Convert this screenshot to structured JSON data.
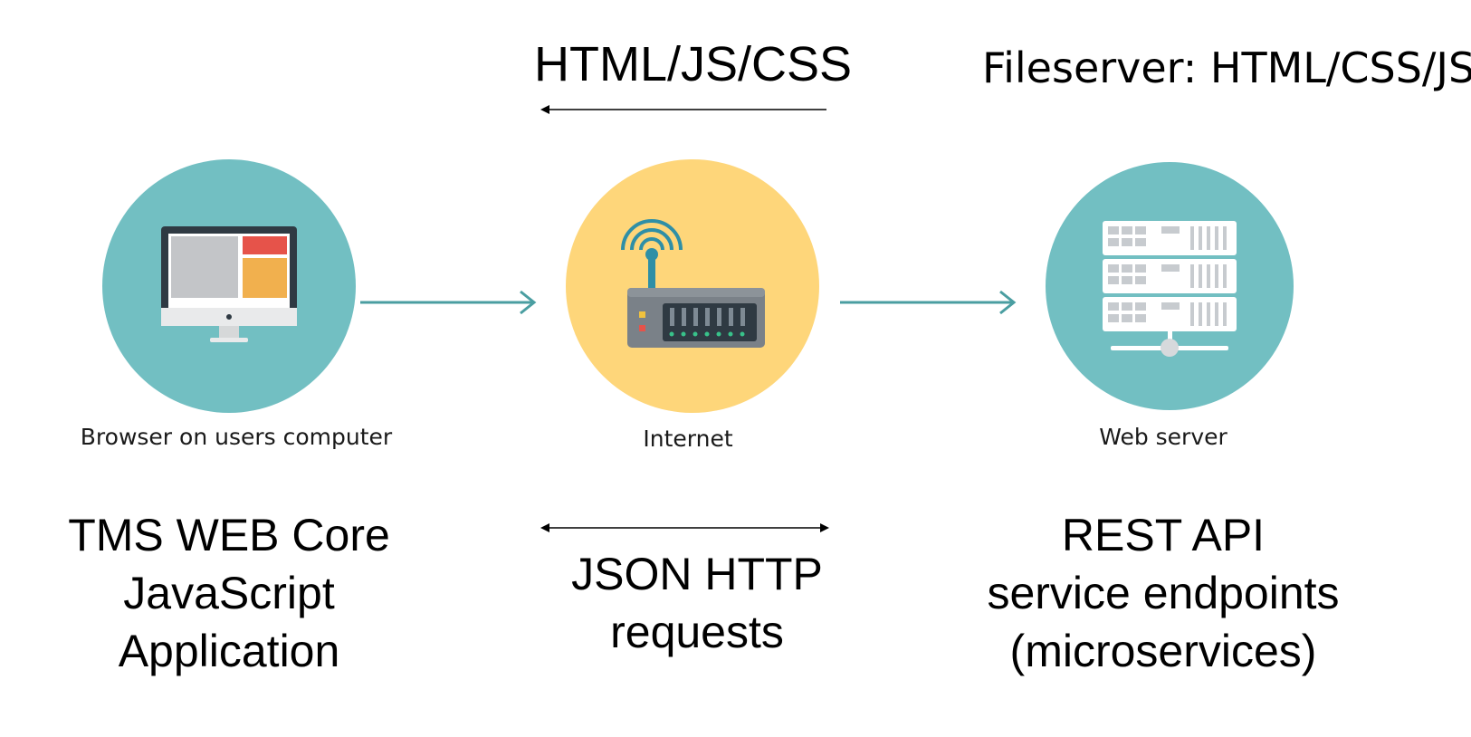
{
  "top": {
    "html_label": "HTML/JS/CSS",
    "fileserver_label": "Fileserver: HTML/CSS/JS"
  },
  "nodes": {
    "browser": {
      "label": "Browser on users computer",
      "color": "#72bfc2"
    },
    "internet": {
      "label": "Internet",
      "color": "#fed67a"
    },
    "webserver": {
      "label": "Web server",
      "color": "#72bfc2"
    }
  },
  "bottom": {
    "client": [
      "TMS WEB Core",
      "JavaScript",
      "Application"
    ],
    "transport": [
      "JSON HTTP",
      "requests"
    ],
    "server": [
      "REST API",
      "service endpoints",
      "(microservices)"
    ]
  },
  "colors": {
    "arrow_teal": "#4a9ea1",
    "arrow_black": "#000000"
  },
  "icons": [
    "monitor-icon",
    "router-icon",
    "server-icon"
  ]
}
